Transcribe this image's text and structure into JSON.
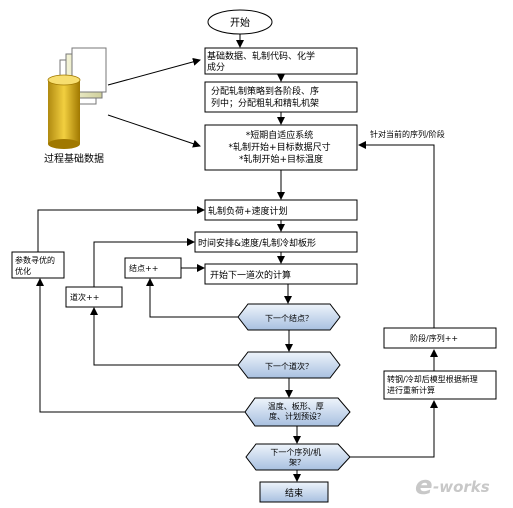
{
  "nodes": {
    "start": "开始",
    "basic_data": [
      "基础数据、轧制代码、化学",
      "成分"
    ],
    "strategy": [
      "分配轧制策略到各阶段、序",
      "列中；分配粗轧和精轧机架"
    ],
    "adaptive": [
      "*短期自适应系统",
      "*轧制开始+目标数据尺寸",
      "*轧制开始+目标温度"
    ],
    "load_plan": "轧制负荷+速度计划",
    "time_plan": "时间安排&速度/轧制冷却板形",
    "calc": "开始下一道次的计算",
    "next_node": "下一个结点？",
    "next_pass": "下一个道次？",
    "verify": [
      "温度、板形、厚",
      "度、计划预设？"
    ],
    "next_seq": [
      "下一个序列/机",
      "架？"
    ],
    "end": "结束",
    "param_opt": [
      "参数寻优的",
      "优化"
    ],
    "node_inc": "结点++",
    "pass_inc": "道次++",
    "stage_inc": "阶段/序列++",
    "recalc": [
      "转钢/冷却后模型根据新理",
      "进行重新计算"
    ]
  },
  "labels": {
    "process_data": "过程基础数据",
    "for_current": "针对当前的序列/阶段"
  },
  "watermark": {
    "prefix": "e",
    "suffix": "-works"
  },
  "colors": {
    "accent": "#a8c0e0",
    "box_grad_top": "#8fb0d8",
    "watermark": "#c8c8c8"
  }
}
